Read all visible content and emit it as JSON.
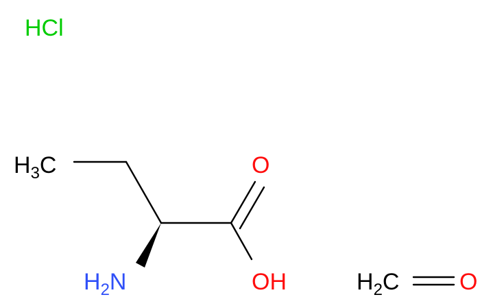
{
  "molecules": {
    "hcl": {
      "label": "HCl",
      "color": "#00cc00"
    },
    "amino_acid": {
      "methyl": {
        "h": "H",
        "sub": "3",
        "c": "C"
      },
      "carbonyl_o": {
        "label": "O",
        "color": "#ff0d0d"
      },
      "hydroxyl": {
        "label": "OH",
        "color": "#ff0d0d"
      },
      "amine": {
        "h": "H",
        "sub": "2",
        "n": "N",
        "color": "#3050f8"
      }
    },
    "formaldehyde": {
      "h": "H",
      "sub": "2",
      "c": "C",
      "o": {
        "label": "O",
        "color": "#ff0d0d"
      }
    }
  }
}
